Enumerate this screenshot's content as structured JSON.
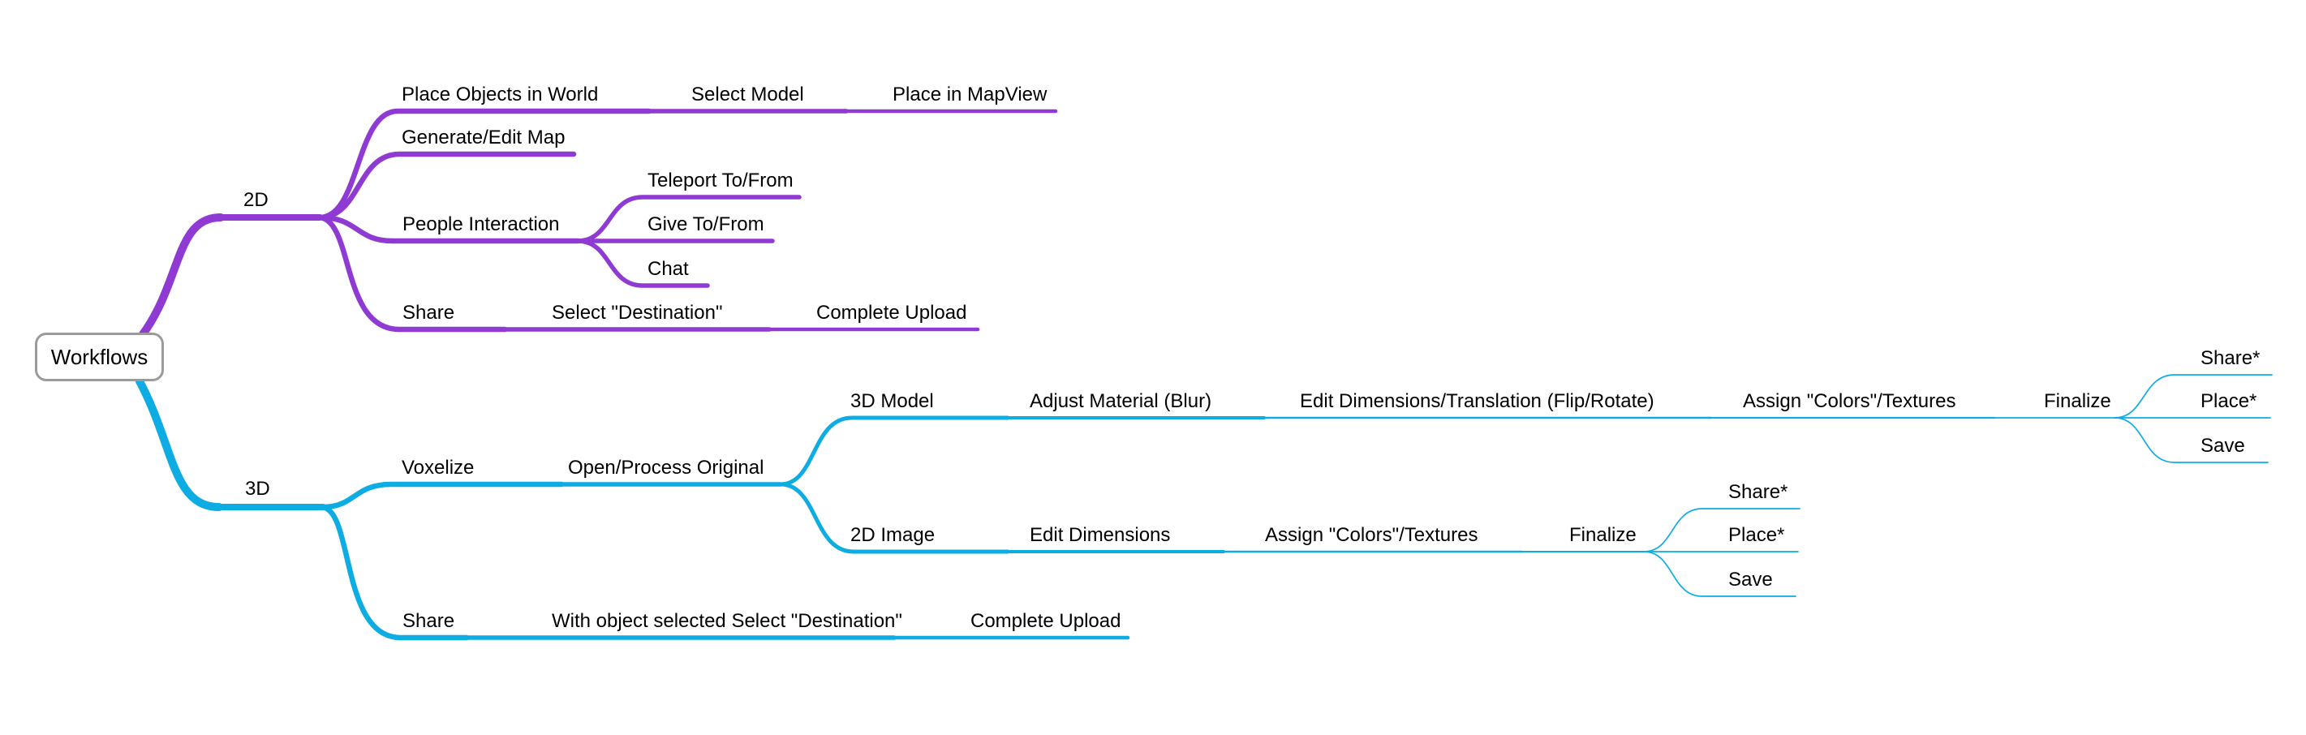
{
  "diagram": {
    "type": "mind-map",
    "background": "#ffffff"
  },
  "colors": {
    "branch-2d": "#8f3ad2",
    "branch-3d": "#0dace3",
    "root-border": "#9b9b9b",
    "text": "#000000"
  },
  "nodes": [
    {
      "label": "Workflows",
      "parent": null,
      "branch": "root"
    },
    {
      "label": "2D",
      "parent": "Workflows",
      "branch": "2d"
    },
    {
      "label": "Place Objects in World",
      "parent": "2D",
      "branch": "2d"
    },
    {
      "label": "Select Model",
      "parent": "Place Objects in World",
      "branch": "2d"
    },
    {
      "label": "Place in MapView",
      "parent": "Select Model",
      "branch": "2d"
    },
    {
      "label": "Generate/Edit Map",
      "parent": "2D",
      "branch": "2d"
    },
    {
      "label": "People Interaction",
      "parent": "2D",
      "branch": "2d"
    },
    {
      "label": "Teleport To/From",
      "parent": "People Interaction",
      "branch": "2d"
    },
    {
      "label": "Give To/From",
      "parent": "People Interaction",
      "branch": "2d"
    },
    {
      "label": "Chat",
      "parent": "People Interaction",
      "branch": "2d"
    },
    {
      "label": "Share",
      "parent": "2D",
      "branch": "2d"
    },
    {
      "label": "Select \"Destination\"",
      "parent": "Share",
      "branch": "2d"
    },
    {
      "label": "Complete Upload",
      "parent": "Select \"Destination\"",
      "branch": "2d"
    },
    {
      "label": "3D",
      "parent": "Workflows",
      "branch": "3d"
    },
    {
      "label": "Voxelize",
      "parent": "3D",
      "branch": "3d"
    },
    {
      "label": "Open/Process Original",
      "parent": "Voxelize",
      "branch": "3d"
    },
    {
      "label": "3D Model",
      "parent": "Open/Process Original",
      "branch": "3d"
    },
    {
      "label": "Adjust Material (Blur)",
      "parent": "3D Model",
      "branch": "3d"
    },
    {
      "label": "Edit Dimensions/Translation (Flip/Rotate)",
      "parent": "Adjust Material (Blur)",
      "branch": "3d"
    },
    {
      "label": "Assign \"Colors\"/Textures",
      "parent": "Edit Dimensions/Translation (Flip/Rotate)",
      "branch": "3d"
    },
    {
      "label": "Finalize",
      "parent": "Assign \"Colors\"/Textures",
      "branch": "3d"
    },
    {
      "label": "Share*",
      "parent": "Finalize",
      "branch": "3d"
    },
    {
      "label": "Place*",
      "parent": "Finalize",
      "branch": "3d"
    },
    {
      "label": "Save",
      "parent": "Finalize",
      "branch": "3d"
    },
    {
      "label": "2D Image",
      "parent": "Open/Process Original",
      "branch": "3d"
    },
    {
      "label": "Edit Dimensions",
      "parent": "2D Image",
      "branch": "3d"
    },
    {
      "label": "Assign \"Colors\"/Textures",
      "parent": "Edit Dimensions",
      "branch": "3d"
    },
    {
      "label": "Finalize",
      "parent": "Assign \"Colors\"/Textures",
      "branch": "3d"
    },
    {
      "label": "Share*",
      "parent": "Finalize",
      "branch": "3d"
    },
    {
      "label": "Place*",
      "parent": "Finalize",
      "branch": "3d"
    },
    {
      "label": "Save",
      "parent": "Finalize",
      "branch": "3d"
    },
    {
      "label": "Share",
      "parent": "3D",
      "branch": "3d"
    },
    {
      "label": "With object selected Select \"Destination\"",
      "parent": "Share",
      "branch": "3d"
    },
    {
      "label": "Complete Upload",
      "parent": "With object selected Select \"Destination\"",
      "branch": "3d"
    }
  ]
}
